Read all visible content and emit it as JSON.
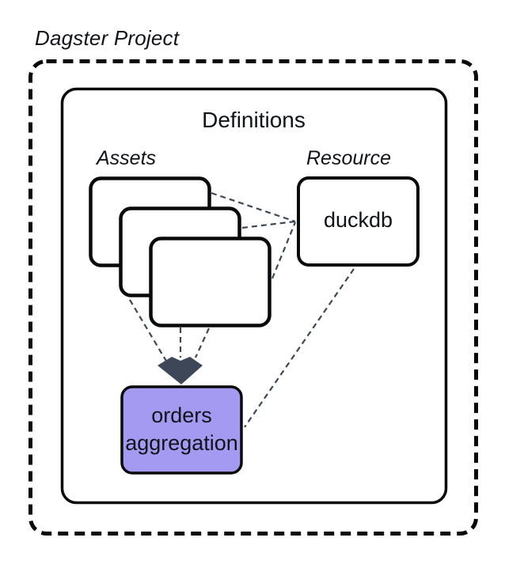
{
  "diagram": {
    "title": "Dagster Project",
    "definitions": {
      "label": "Definitions"
    },
    "assets": {
      "label": "Assets",
      "card_count": 3
    },
    "resource": {
      "label": "Resource",
      "node_label": "duckdb"
    },
    "asset_node": {
      "line1": "orders",
      "line2": "aggregation"
    },
    "edges": [
      {
        "from": "asset-card-back",
        "to": "duckdb",
        "style": "dashed"
      },
      {
        "from": "asset-card-middle",
        "to": "duckdb",
        "style": "dashed"
      },
      {
        "from": "asset-card-front",
        "to": "duckdb",
        "style": "dashed"
      },
      {
        "from": "asset-cards",
        "to": "orders-aggregation",
        "style": "dashed-arrow"
      },
      {
        "from": "asset-cards",
        "to": "orders-aggregation",
        "style": "dashed-arrow"
      },
      {
        "from": "asset-cards",
        "to": "orders-aggregation",
        "style": "dashed-arrow"
      },
      {
        "from": "duckdb",
        "to": "orders-aggregation",
        "style": "dashed"
      }
    ],
    "colors": {
      "background": "#ffffff",
      "border": "#0a0a0a",
      "edge": "#3e4757",
      "arrowhead": "#3e4757",
      "node_fill": "#a49af2",
      "text": "#101318"
    }
  }
}
